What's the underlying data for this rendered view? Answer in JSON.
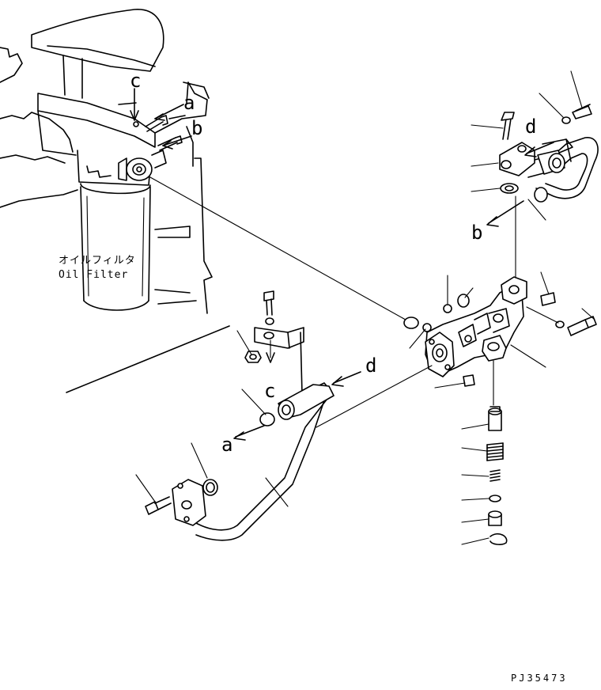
{
  "filter_label": {
    "japanese": "オイルフィルタ",
    "english": "Oil Filter"
  },
  "connection_labels": {
    "a": "a",
    "b": "b",
    "c": "c",
    "d": "d"
  },
  "drawing_code": "PJ35473"
}
